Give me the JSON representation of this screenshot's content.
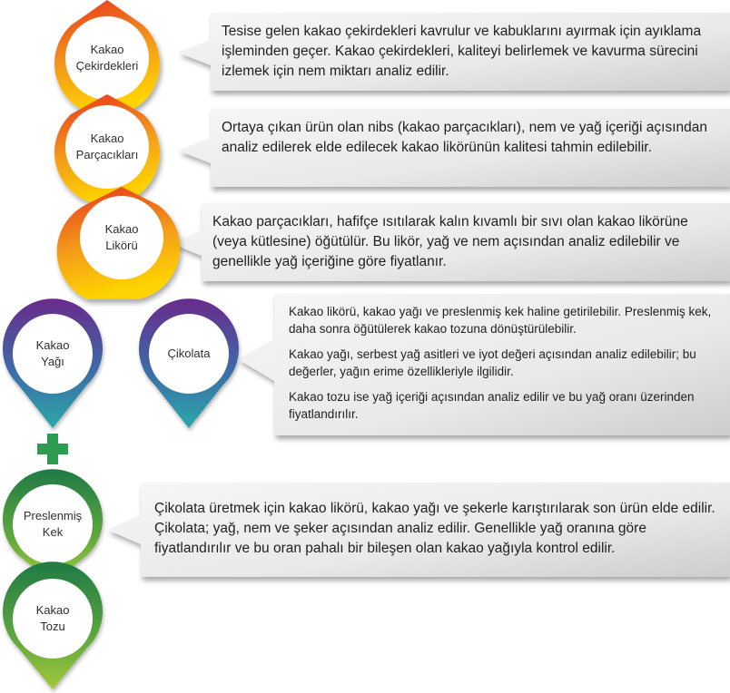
{
  "colors": {
    "warm_top": "#ffd400",
    "warm_bottom": "#e6331f",
    "cool_top": "#6a2a8c",
    "cool_bottom": "#2aa8a8",
    "green_top": "#1f7a45",
    "green_bottom": "#9ac43c",
    "plus": "#2e9a52",
    "box_light": "#f2f2f2",
    "box_dark": "#cfcfcf"
  },
  "pins": [
    {
      "id": "cekirdek",
      "line1": "Kakao",
      "line2": "Çekirdekleri",
      "gradient": "warm"
    },
    {
      "id": "parcacik",
      "line1": "Kakao",
      "line2": "Parçacıkları",
      "gradient": "warm"
    },
    {
      "id": "likor",
      "line1": "Kakao",
      "line2": "Likörü",
      "gradient": "warm"
    },
    {
      "id": "yag",
      "line1": "Kakao",
      "line2": "Yağı",
      "gradient": "cool"
    },
    {
      "id": "cikolata",
      "line1": "Çikolata",
      "line2": "",
      "gradient": "cool"
    },
    {
      "id": "kek",
      "line1": "Preslenmiş",
      "line2": "Kek",
      "gradient": "green"
    },
    {
      "id": "tozu",
      "line1": "Kakao",
      "line2": "Tozu",
      "gradient": "green"
    }
  ],
  "plus_icon": "plus-icon",
  "boxes": {
    "box1": "Tesise gelen kakao çekirdekleri kavrulur ve kabuklarını ayırmak için ayıklama işleminden geçer. Kakao çekirdekleri, kaliteyi belirlemek ve kavurma sürecini izlemek için nem miktarı analiz edilir.",
    "box2": "Ortaya çıkan ürün olan nibs (kakao parçacıkları), nem ve yağ içeriği açısından analiz edilerek elde edilecek kakao likörünün kalitesi tahmin edilebilir.",
    "box3": "Kakao parçacıkları, hafifçe ısıtılarak kalın kıvamlı bir sıvı olan kakao likörüne (veya kütlesine) öğütülür. Bu likör, yağ ve nem açısından analiz edilebilir ve genellikle yağ içeriğine göre fiyatlanır.",
    "box4_p1": "Kakao likörü, kakao yağı ve preslenmiş kek haline getirilebilir. Preslenmiş kek, daha sonra öğütülerek kakao tozuna dönüştürülebilir.",
    "box4_p2": "Kakao yağı, serbest yağ asitleri ve iyot değeri açısından analiz edilebilir; bu değerler, yağın erime özellikleriyle ilgilidir.",
    "box4_p3": "Kakao tozu ise yağ içeriği açısından analiz edilir ve bu yağ oranı üzerinden fiyatlandırılır.",
    "box5": "Çikolata üretmek için kakao likörü, kakao yağı ve şekerle karıştırılarak son ürün elde edilir. Çikolata; yağ, nem ve şeker açısından analiz edilir. Genellikle yağ oranına göre fiyatlandırılır ve bu oran pahalı bir bileşen olan kakao yağıyla kontrol edilir."
  }
}
